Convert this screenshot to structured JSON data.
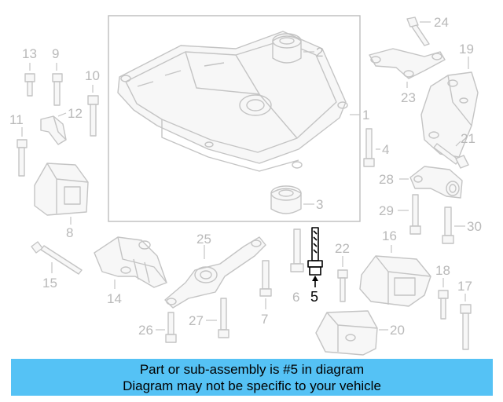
{
  "colors": {
    "banner_bg": "#55c2f5",
    "part_stroke": "#c4c4c4",
    "label_color": "#b9b9b9",
    "highlight": "#000000"
  },
  "callouts": {
    "c1": "1",
    "c2": "2",
    "c3": "3",
    "c4": "4",
    "c5": "5",
    "c6": "6",
    "c7": "7",
    "c8": "8",
    "c9": "9",
    "c10": "10",
    "c11": "11",
    "c12": "12",
    "c13": "13",
    "c14": "14",
    "c15": "15",
    "c16": "16",
    "c17": "17",
    "c18": "18",
    "c19": "19",
    "c20": "20",
    "c21": "21",
    "c22": "22",
    "c23": "23",
    "c24": "24",
    "c25": "25",
    "c26": "26",
    "c27": "27",
    "c28": "28",
    "c29": "29",
    "c30": "30"
  },
  "banner": {
    "line1": "Part or sub-assembly is #5 in diagram",
    "line2": "Diagram may not be specific to your vehicle"
  }
}
